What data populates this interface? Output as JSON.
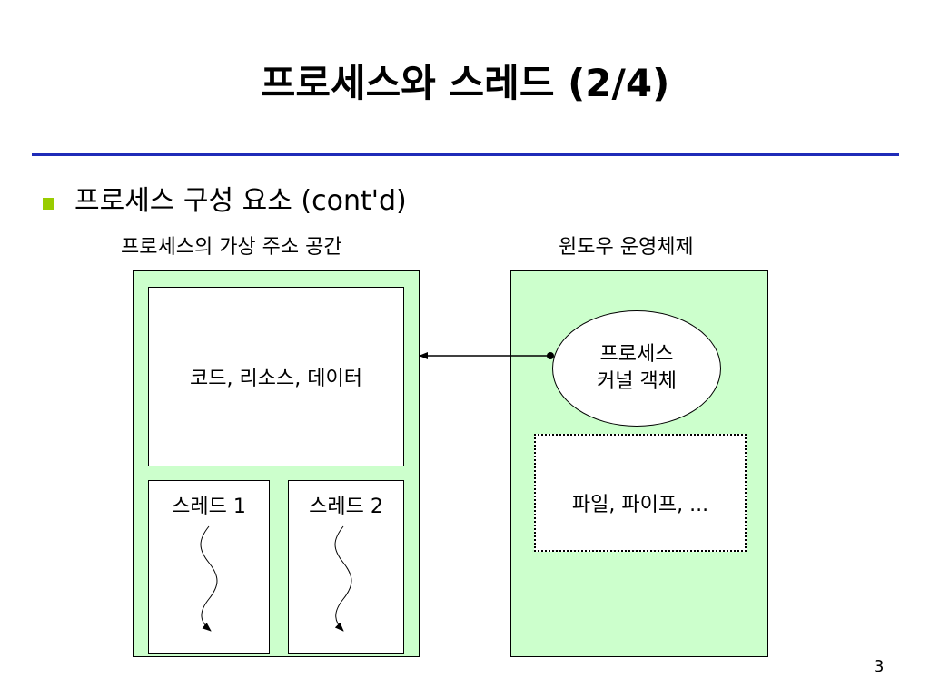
{
  "slide": {
    "title": "프로세스와 스레드 (2/4)",
    "bullet": "프로세스 구성 요소 (cont'd)",
    "page_number": "3"
  },
  "left": {
    "caption": "프로세스의 가상 주소 공간",
    "code_box": "코드, 리소스, 데이터",
    "thread1": "스레드 1",
    "thread2": "스레드 2"
  },
  "right": {
    "caption": "윈도우 운영체제",
    "kernel_object_line1": "프로세스",
    "kernel_object_line2": "커널 객체",
    "files_box": "파일, 파이프, ..."
  },
  "colors": {
    "panel_fill": "#ccffcc",
    "rule": "#1f2bb8",
    "bullet": "#99cc00"
  }
}
